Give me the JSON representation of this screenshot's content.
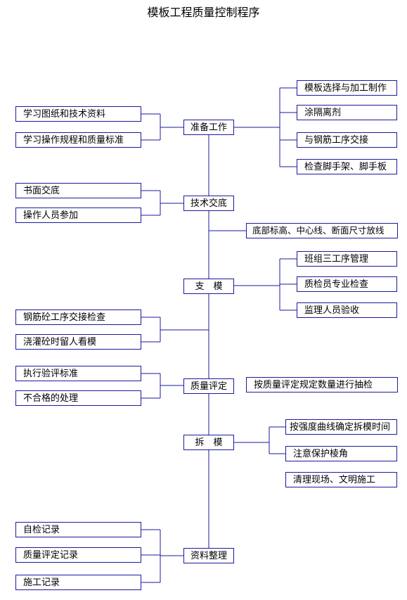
{
  "title": "模板工程质量控制程序",
  "main_steps": {
    "s1": "准备工作",
    "s2": "技术交底",
    "s3": "支　模",
    "s4": "质量评定",
    "s5": "拆　模",
    "s6": "资料整理"
  },
  "left_items": {
    "s1": [
      "学习图纸和技术资料",
      "学习操作规程和质量标准"
    ],
    "s2": [
      "书面交底",
      "操作人员参加"
    ],
    "s3": [
      "钢筋砼工序交接检查",
      "浇灌砼时留人看模"
    ],
    "s4": [
      "执行验评标准",
      "不合格的处理"
    ],
    "s6": [
      "自检记录",
      "质量评定记录",
      "施工记录"
    ]
  },
  "right_items": {
    "s1": [
      "模板选择与加工制作",
      "涂隔离剂",
      "与钢筋工序交接",
      "检查脚手架、脚手板"
    ],
    "s2": [
      "底部标高、中心线、断面尺寸放线"
    ],
    "s3": [
      "班组三工序管理",
      "质检员专业检查",
      "监理人员验收"
    ],
    "s4": [
      "按质量评定规定数量进行抽检"
    ],
    "s5": [
      "按强度曲线确定拆模时间",
      "注意保护棱角",
      "清理现场、文明施工"
    ]
  }
}
